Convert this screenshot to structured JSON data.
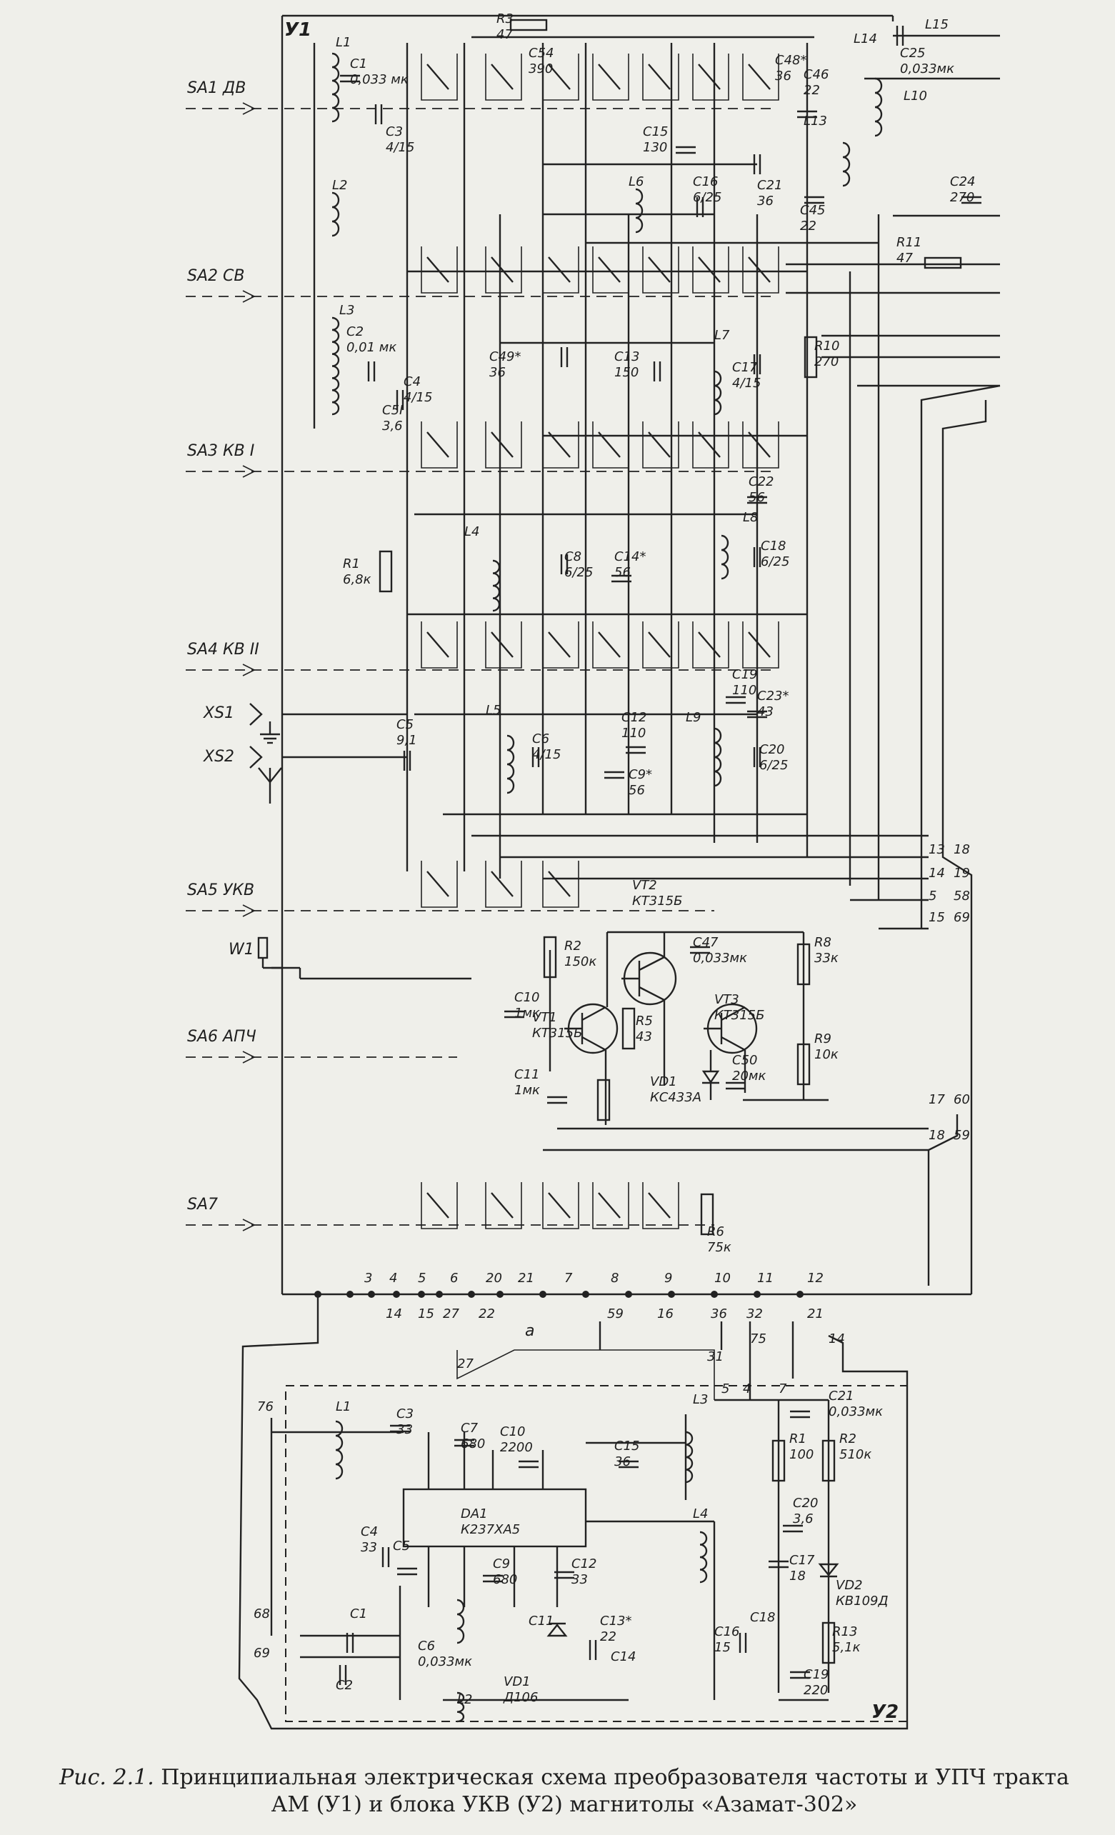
{
  "caption": {
    "figure_label": "Рис. 2.1.",
    "text_line1": "Принципиальная электрическая схема преобразователя частоты и УПЧ тракта",
    "text_line2": "АМ (У1) и блока УКВ (У2) магнитолы «Азамат-302»"
  },
  "blocks": {
    "u1": "У1",
    "u2": "У2"
  },
  "switches": [
    {
      "id": "sa1",
      "label": "SA1  ДВ"
    },
    {
      "id": "sa2",
      "label": "SA2  СВ"
    },
    {
      "id": "sa3",
      "label": "SA3  КВ I"
    },
    {
      "id": "sa4",
      "label": "SA4  КВ II"
    },
    {
      "id": "sa5",
      "label": "SA5  УКВ"
    },
    {
      "id": "sa6",
      "label": "SA6  АПЧ"
    },
    {
      "id": "sa7",
      "label": "SA7"
    }
  ],
  "connectors": [
    {
      "id": "xs1",
      "label": "XS1"
    },
    {
      "id": "xs2",
      "label": "XS2"
    },
    {
      "id": "w1",
      "label": "W1"
    }
  ],
  "u1_components": [
    {
      "id": "r3",
      "label": "R3",
      "value": "47"
    },
    {
      "id": "c54",
      "label": "C54",
      "value": "390"
    },
    {
      "id": "c48",
      "label": "C48*",
      "value": "36"
    },
    {
      "id": "l14",
      "label": "L14",
      "value": ""
    },
    {
      "id": "l15",
      "label": "L15",
      "value": ""
    },
    {
      "id": "c25",
      "label": "C25",
      "value": "0,033мк"
    },
    {
      "id": "c46",
      "label": "C46",
      "value": "22"
    },
    {
      "id": "l10",
      "label": "L10",
      "value": ""
    },
    {
      "id": "l13",
      "label": "L13",
      "value": ""
    },
    {
      "id": "c24",
      "label": "C24",
      "value": "270"
    },
    {
      "id": "c45",
      "label": "C45",
      "value": "22"
    },
    {
      "id": "l1",
      "label": "L1",
      "value": ""
    },
    {
      "id": "c1",
      "label": "C1",
      "value": "0,033 мк"
    },
    {
      "id": "c3",
      "label": "C3",
      "value": "4/15"
    },
    {
      "id": "l2",
      "label": "L2",
      "value": ""
    },
    {
      "id": "c15",
      "label": "C15",
      "value": "130"
    },
    {
      "id": "l6",
      "label": "L6",
      "value": ""
    },
    {
      "id": "c16",
      "label": "C16",
      "value": "6/25"
    },
    {
      "id": "c21",
      "label": "C21",
      "value": "36"
    },
    {
      "id": "r11",
      "label": "R11",
      "value": "47"
    },
    {
      "id": "l3",
      "label": "L3",
      "value": ""
    },
    {
      "id": "c2",
      "label": "C2",
      "value": "0,01 мк"
    },
    {
      "id": "c4",
      "label": "C4",
      "value": "4/15"
    },
    {
      "id": "c5i",
      "label": "C5I",
      "value": "3,6"
    },
    {
      "id": "c49",
      "label": "C49*",
      "value": "36"
    },
    {
      "id": "c13",
      "label": "C13",
      "value": "150"
    },
    {
      "id": "l7",
      "label": "L7",
      "value": ""
    },
    {
      "id": "c17",
      "label": "C17",
      "value": "4/15"
    },
    {
      "id": "r10",
      "label": "R10",
      "value": "270"
    },
    {
      "id": "c22",
      "label": "C22",
      "value": "56"
    },
    {
      "id": "l8",
      "label": "L8",
      "value": ""
    },
    {
      "id": "c18",
      "label": "C18",
      "value": "6/25"
    },
    {
      "id": "r1",
      "label": "R1",
      "value": "6,8к"
    },
    {
      "id": "l4",
      "label": "L4",
      "value": ""
    },
    {
      "id": "c8",
      "label": "C8",
      "value": "6/25"
    },
    {
      "id": "c14",
      "label": "C14*",
      "value": "56"
    },
    {
      "id": "c5",
      "label": "C5",
      "value": "9,1"
    },
    {
      "id": "l5",
      "label": "L5",
      "value": ""
    },
    {
      "id": "c6",
      "label": "C6",
      "value": "4/15"
    },
    {
      "id": "c12",
      "label": "C12",
      "value": "110"
    },
    {
      "id": "c9",
      "label": "C9*",
      "value": "56"
    },
    {
      "id": "c19",
      "label": "C19",
      "value": "110"
    },
    {
      "id": "c23",
      "label": "C23*",
      "value": "43"
    },
    {
      "id": "l9",
      "label": "L9",
      "value": ""
    },
    {
      "id": "c20",
      "label": "C20",
      "value": "6/25"
    },
    {
      "id": "vt2",
      "label": "VT2",
      "value": "КТ315Б"
    },
    {
      "id": "c47",
      "label": "C47",
      "value": "0,033мк"
    },
    {
      "id": "r2",
      "label": "R2",
      "value": "150к"
    },
    {
      "id": "r8",
      "label": "R8",
      "value": "33к"
    },
    {
      "id": "c10",
      "label": "C10",
      "value": "1мк"
    },
    {
      "id": "vt1",
      "label": "VT1",
      "value": "КТ315Б"
    },
    {
      "id": "r5",
      "label": "R5",
      "value": "43"
    },
    {
      "id": "vt3",
      "label": "VT3",
      "value": "КТ315Б"
    },
    {
      "id": "r9",
      "label": "R9",
      "value": "10к"
    },
    {
      "id": "c11",
      "label": "C11",
      "value": "1мк"
    },
    {
      "id": "vd1",
      "label": "VD1",
      "value": "КС433А"
    },
    {
      "id": "c50",
      "label": "C50",
      "value": "20мк"
    },
    {
      "id": "r6",
      "label": "R6",
      "value": "75к"
    }
  ],
  "u2_components": [
    {
      "id": "u2_l1",
      "label": "L1",
      "value": ""
    },
    {
      "id": "u2_c3",
      "label": "C3",
      "value": "33"
    },
    {
      "id": "u2_c4",
      "label": "C4",
      "value": "33"
    },
    {
      "id": "u2_c5",
      "label": "C5",
      "value": ""
    },
    {
      "id": "u2_c1",
      "label": "C1",
      "value": ""
    },
    {
      "id": "u2_c2",
      "label": "C2",
      "value": ""
    },
    {
      "id": "u2_c6",
      "label": "C6",
      "value": "0,033мк"
    },
    {
      "id": "u2_c7",
      "label": "C7",
      "value": "680"
    },
    {
      "id": "u2_c10",
      "label": "C10",
      "value": "2200"
    },
    {
      "id": "u2_c15",
      "label": "C15",
      "value": "36"
    },
    {
      "id": "u2_l3",
      "label": "L3",
      "value": ""
    },
    {
      "id": "u2_da1",
      "label": "DA1",
      "value": "К237ХА5"
    },
    {
      "id": "u2_c9",
      "label": "C9",
      "value": "680"
    },
    {
      "id": "u2_c12",
      "label": "C12",
      "value": "33"
    },
    {
      "id": "u2_c13",
      "label": "C13*",
      "value": "22"
    },
    {
      "id": "u2_c14",
      "label": "C14",
      "value": ""
    },
    {
      "id": "u2_c11",
      "label": "C11",
      "value": ""
    },
    {
      "id": "u2_vd1",
      "label": "VD1",
      "value": "Д106"
    },
    {
      "id": "u2_l2",
      "label": "L2",
      "value": ""
    },
    {
      "id": "u2_l4",
      "label": "L4",
      "value": ""
    },
    {
      "id": "u2_r1",
      "label": "R1",
      "value": "100"
    },
    {
      "id": "u2_r2",
      "label": "R2",
      "value": "510к"
    },
    {
      "id": "u2_c21",
      "label": "C21",
      "value": "0,033мк"
    },
    {
      "id": "u2_c20",
      "label": "C20",
      "value": "3,6"
    },
    {
      "id": "u2_c17",
      "label": "C17",
      "value": "18"
    },
    {
      "id": "u2_vd2",
      "label": "VD2",
      "value": "КВ109Д"
    },
    {
      "id": "u2_c16",
      "label": "C16",
      "value": "15"
    },
    {
      "id": "u2_c18",
      "label": "C18",
      "value": ""
    },
    {
      "id": "u2_r13",
      "label": "R13",
      "value": "5,1к"
    },
    {
      "id": "u2_c19",
      "label": "C19",
      "value": "220"
    }
  ],
  "bus_numbers_bottom": [
    "3",
    "4",
    "5",
    "6",
    "20",
    "21",
    "7",
    "8",
    "9",
    "10",
    "11",
    "12"
  ],
  "bus_numbers_lower": [
    "14",
    "15",
    "27",
    "22",
    "59",
    "16",
    "36",
    "32",
    "21"
  ],
  "side_numbers": [
    "13",
    "18",
    "14",
    "19",
    "5",
    "58",
    "15",
    "69",
    "17",
    "60",
    "18",
    "59"
  ],
  "u2_pins": [
    "76",
    "68",
    "69",
    "27",
    "75",
    "14",
    "31",
    "5",
    "4",
    "7"
  ],
  "marker_a": "а"
}
